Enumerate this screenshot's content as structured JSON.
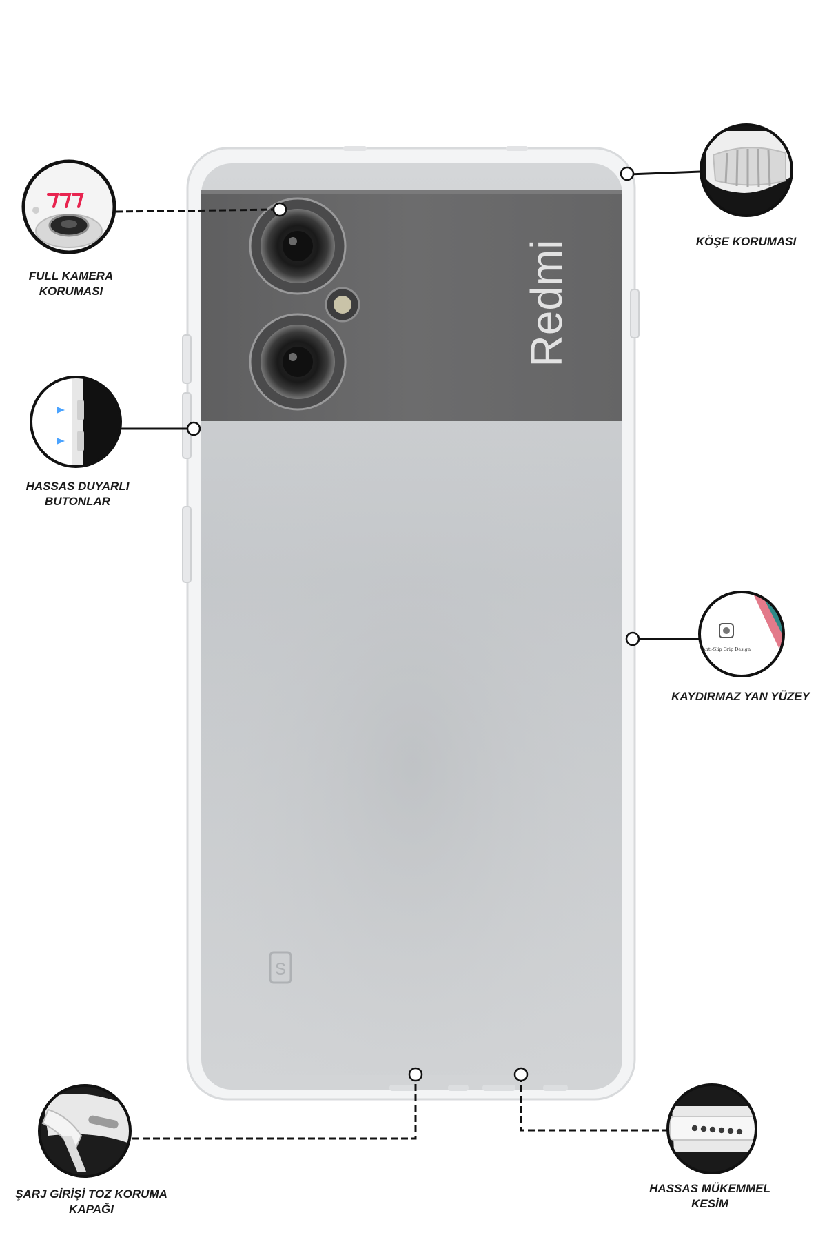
{
  "product": {
    "brand_print": "Redmi",
    "case_logo": "S"
  },
  "features": {
    "camera_protection": {
      "line1": "FULL KAMERA",
      "line2": "KORUMASI",
      "icon": "camera-lens-icon"
    },
    "corner_protection": {
      "line1": "KÖŞE KORUMASI",
      "icon": "corner-bumper-icon"
    },
    "sensitive_buttons": {
      "line1": "HASSAS DUYARLI",
      "line2": "BUTONLAR",
      "icon": "side-button-icon"
    },
    "anti_slip_side": {
      "line1": "KAYDIRMAZ YAN YÜZEY",
      "icon": "anti-slip-icon",
      "inset_text": "Anti-Slip Grip Design"
    },
    "charge_port_cover": {
      "line1": "ŞARJ GİRİŞİ TOZ KORUMA",
      "line2": "KAPAĞI",
      "icon": "dust-plug-icon"
    },
    "precise_cutout": {
      "line1": "HASSAS MÜKEMMEL",
      "line2": "KESİM",
      "icon": "speaker-cutout-icon"
    }
  },
  "colors": {
    "label_text": "#1a1a1a",
    "callout_line": "#111111",
    "camera_band": "#6b6b6b",
    "case_body": "#c6c9cc",
    "accent_arrow": "#e8244f"
  }
}
